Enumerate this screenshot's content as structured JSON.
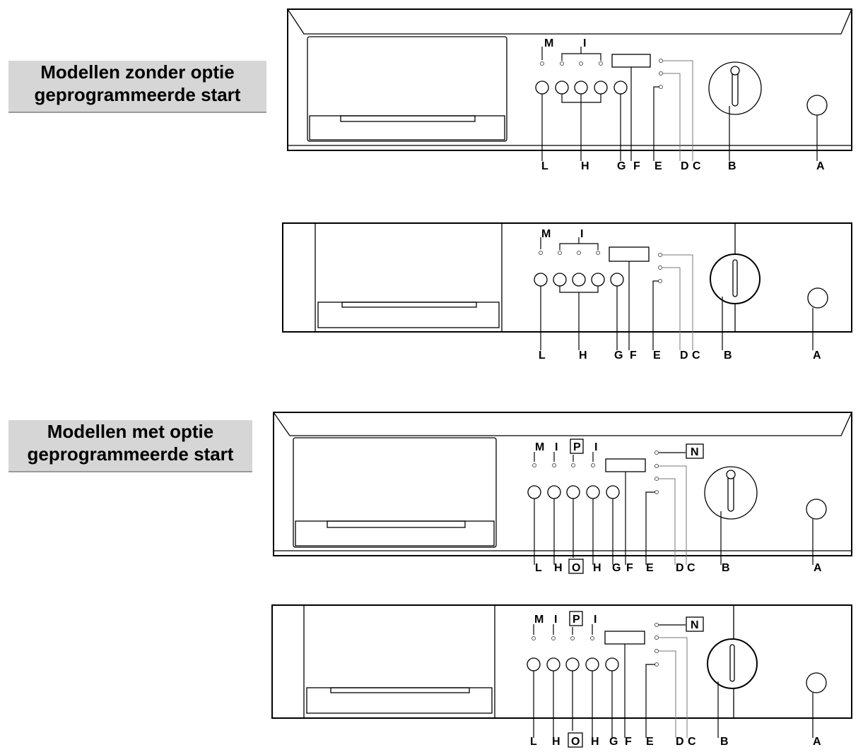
{
  "sections": [
    {
      "line1": "Modellen zonder optie",
      "line2": "geprogrammeerde start"
    },
    {
      "line1": "Modellen met optie",
      "line2": "geprogrammeerde start"
    }
  ],
  "callouts": {
    "A": "A",
    "B": "B",
    "C": "C",
    "D": "D",
    "E": "E",
    "F": "F",
    "G": "G",
    "H": "H",
    "I": "I",
    "L": "L",
    "M": "M",
    "N": "N",
    "O": "O",
    "P": "P"
  }
}
